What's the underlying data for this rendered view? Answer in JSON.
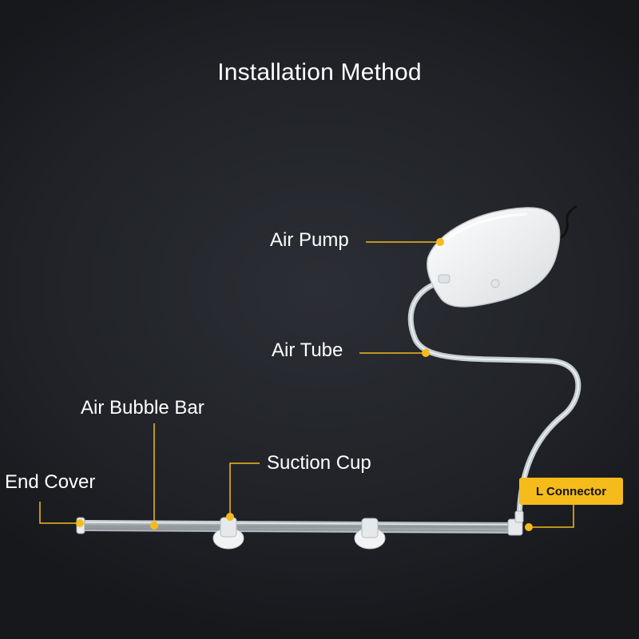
{
  "title": "Installation Method",
  "labels": {
    "air_pump": "Air Pump",
    "air_tube": "Air Tube",
    "air_bubble_bar": "Air Bubble Bar",
    "suction_cup": "Suction Cup",
    "end_cover": "End Cover",
    "l_connector": "L Connector"
  },
  "colors": {
    "background": "#1f2126",
    "accent": "#f4bb1b",
    "text": "#ffffff"
  }
}
